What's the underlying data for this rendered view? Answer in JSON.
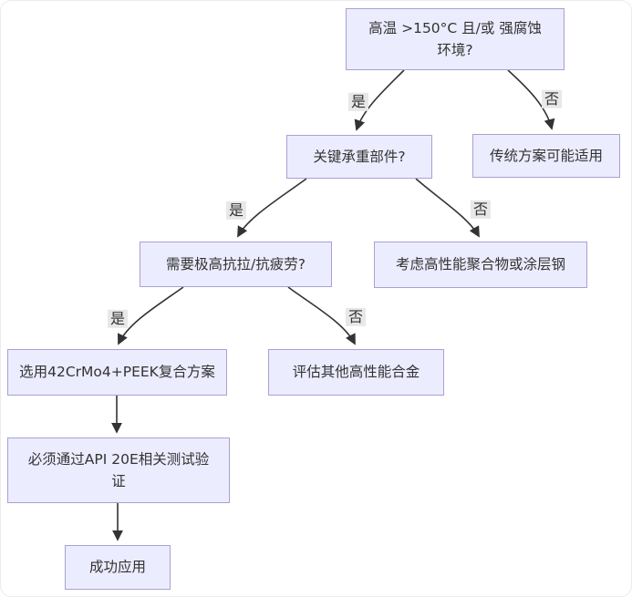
{
  "diagram": {
    "type": "flowchart",
    "direction": "top-down",
    "colors": {
      "node_fill": "#ececff",
      "node_border": "#a9a0d2",
      "text": "#333333",
      "edge": "#333333",
      "label_bg": "#e8e8e8",
      "bg": "#ffffff"
    },
    "nodes": [
      {
        "id": "env",
        "label": "高温 >150°C 且/或 强腐蚀\n环境?"
      },
      {
        "id": "bearing",
        "label": "关键承重部件?"
      },
      {
        "id": "traditional",
        "label": "传统方案可能适用"
      },
      {
        "id": "tensile",
        "label": "需要极高抗拉/抗疲劳?"
      },
      {
        "id": "polymer",
        "label": "考虑高性能聚合物或涂层钢"
      },
      {
        "id": "crmo4_peek",
        "label": "选用42CrMo4+PEEK复合方案"
      },
      {
        "id": "other_alloys",
        "label": "评估其他高性能合金"
      },
      {
        "id": "api20e",
        "label": "必须通过API 20E相关测试验\n证"
      },
      {
        "id": "success",
        "label": "成功应用"
      }
    ],
    "edges": [
      {
        "from": "env",
        "to": "bearing",
        "label": "是"
      },
      {
        "from": "env",
        "to": "traditional",
        "label": "否"
      },
      {
        "from": "bearing",
        "to": "tensile",
        "label": "是"
      },
      {
        "from": "bearing",
        "to": "polymer",
        "label": "否"
      },
      {
        "from": "tensile",
        "to": "crmo4_peek",
        "label": "是"
      },
      {
        "from": "tensile",
        "to": "other_alloys",
        "label": "否"
      },
      {
        "from": "crmo4_peek",
        "to": "api20e",
        "label": ""
      },
      {
        "from": "api20e",
        "to": "success",
        "label": ""
      }
    ]
  }
}
